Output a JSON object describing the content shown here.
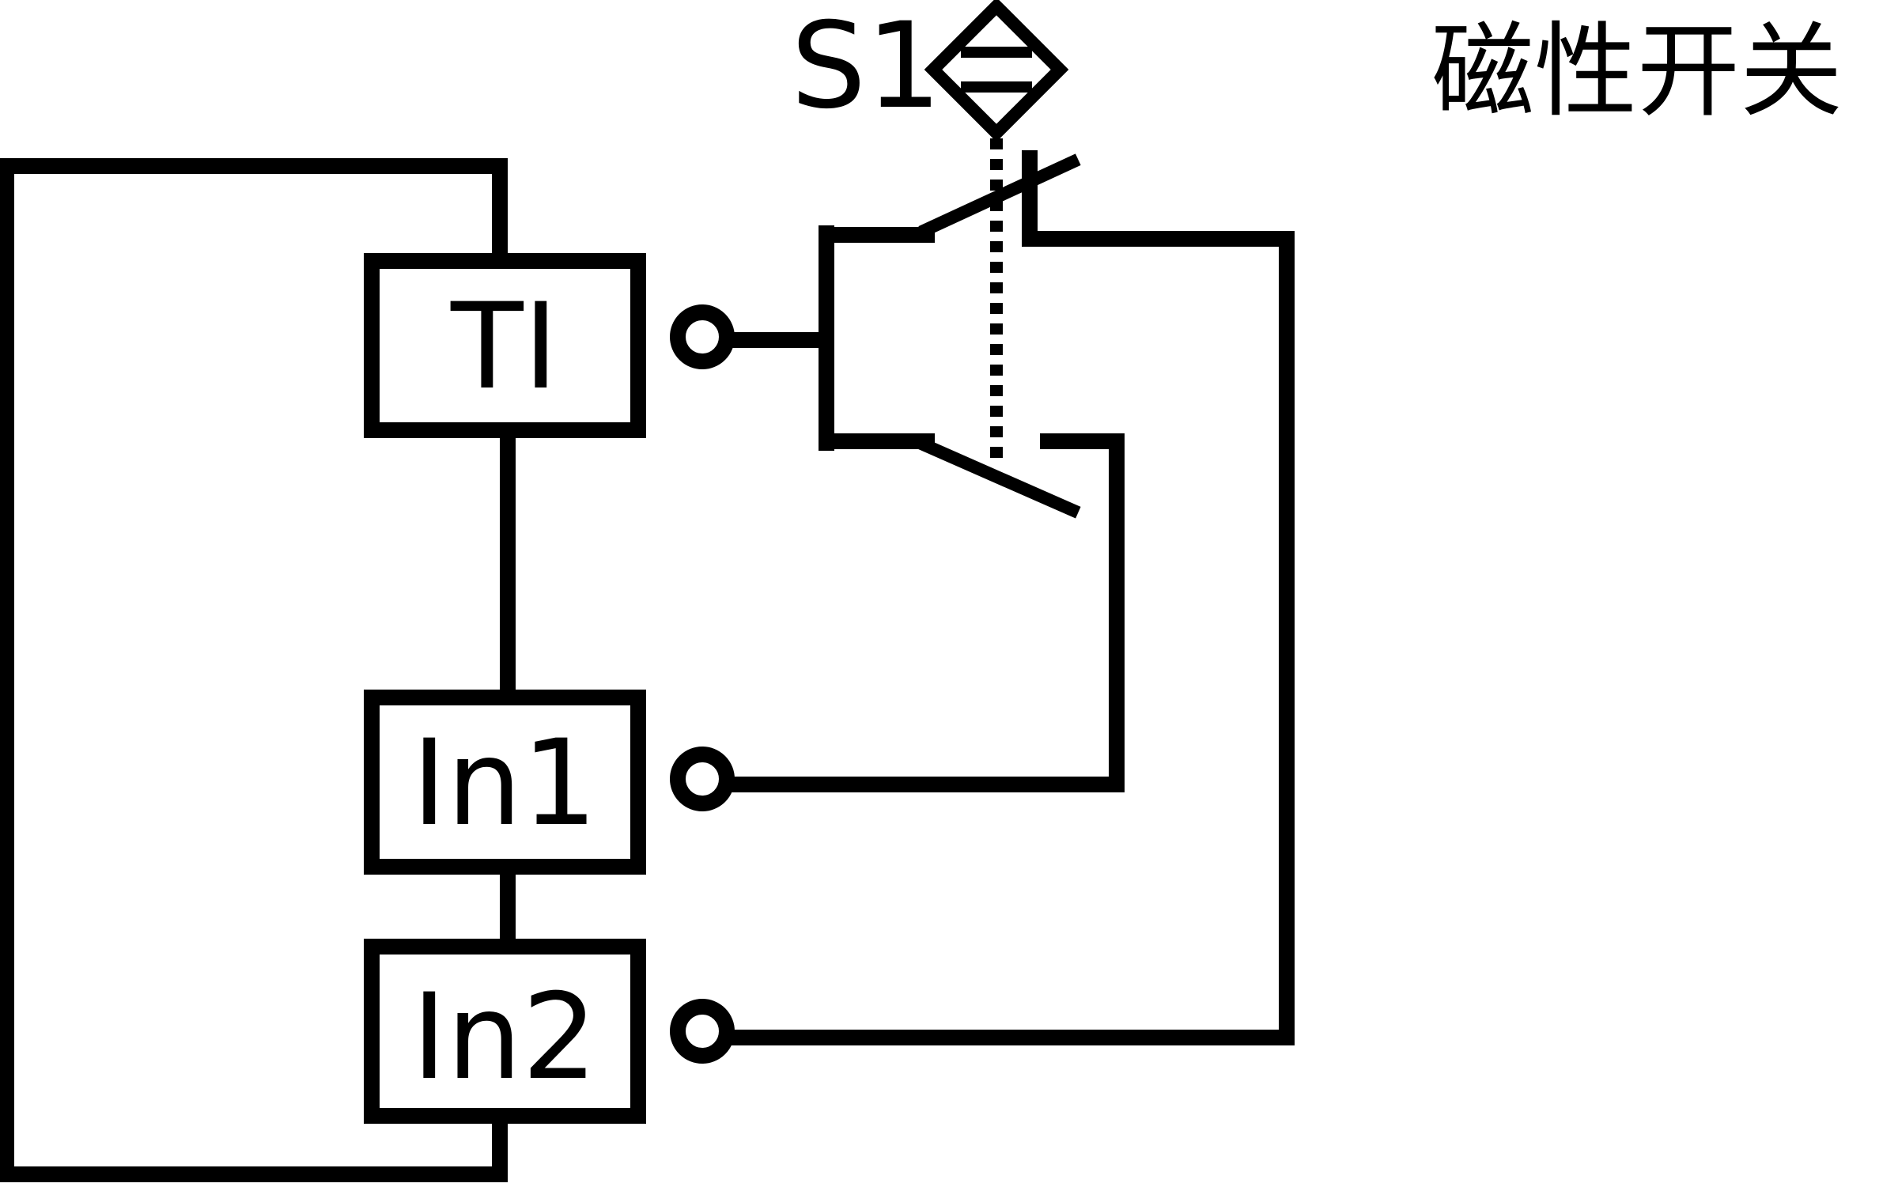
{
  "diagram": {
    "switch_label": "S1",
    "switch_caption": "磁性开关",
    "boxes": [
      {
        "id": "ti",
        "label": "TI"
      },
      {
        "id": "in1",
        "label": "In1"
      },
      {
        "id": "in2",
        "label": "In2"
      }
    ]
  }
}
